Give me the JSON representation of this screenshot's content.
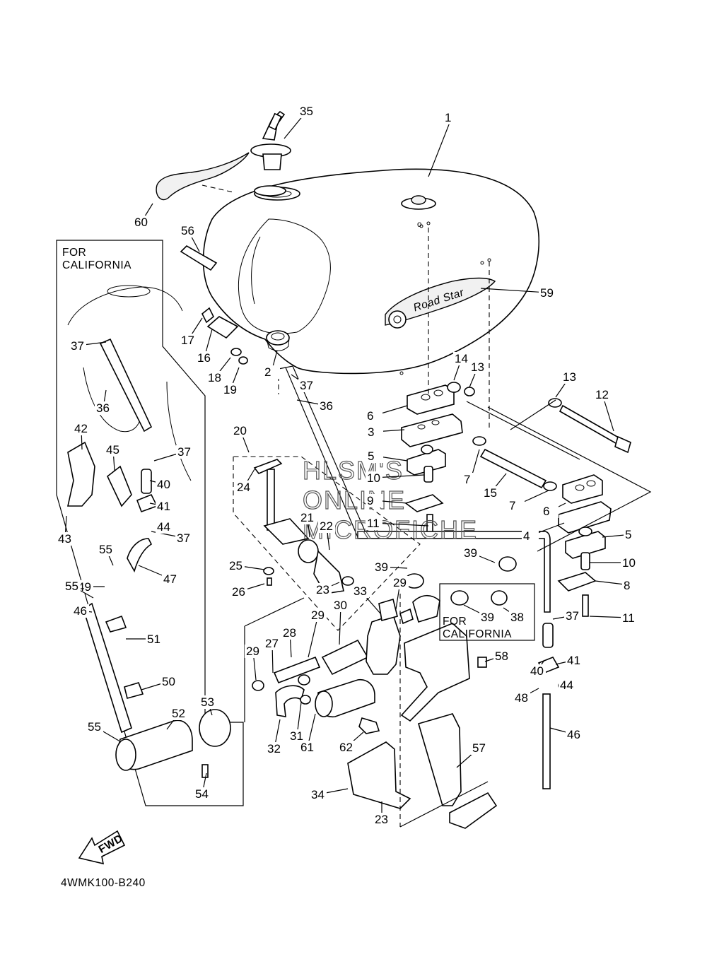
{
  "diagram_code": "4WMK100-B240",
  "inset_left_label": [
    "FOR",
    "CALIFORNIA"
  ],
  "inset_right_label": [
    "FOR",
    "CALIFORNIA"
  ],
  "fwd_label": "FWD",
  "tank_logo_text": "Road Star",
  "watermark": [
    "HLSM'S",
    "ONLINE",
    "MICROFICHE"
  ],
  "callouts": [
    "1",
    "2",
    "3",
    "4",
    "5",
    "5",
    "6",
    "6",
    "7",
    "7",
    "8",
    "9",
    "10",
    "10",
    "11",
    "11",
    "12",
    "13",
    "13",
    "14",
    "15",
    "16",
    "17",
    "18",
    "19",
    "20",
    "21",
    "22",
    "23",
    "23",
    "24",
    "25",
    "26",
    "27",
    "28",
    "29",
    "29",
    "29",
    "30",
    "31",
    "32",
    "33",
    "34",
    "35",
    "36",
    "36",
    "37",
    "37",
    "37",
    "37",
    "37",
    "38",
    "39",
    "39",
    "39",
    "40",
    "40",
    "41",
    "41",
    "42",
    "43",
    "44",
    "44",
    "45",
    "46",
    "46",
    "47",
    "48",
    "49",
    "50",
    "51",
    "52",
    "53",
    "54",
    "55",
    "55",
    "55",
    "56",
    "57",
    "58",
    "59",
    "60",
    "61",
    "62"
  ]
}
